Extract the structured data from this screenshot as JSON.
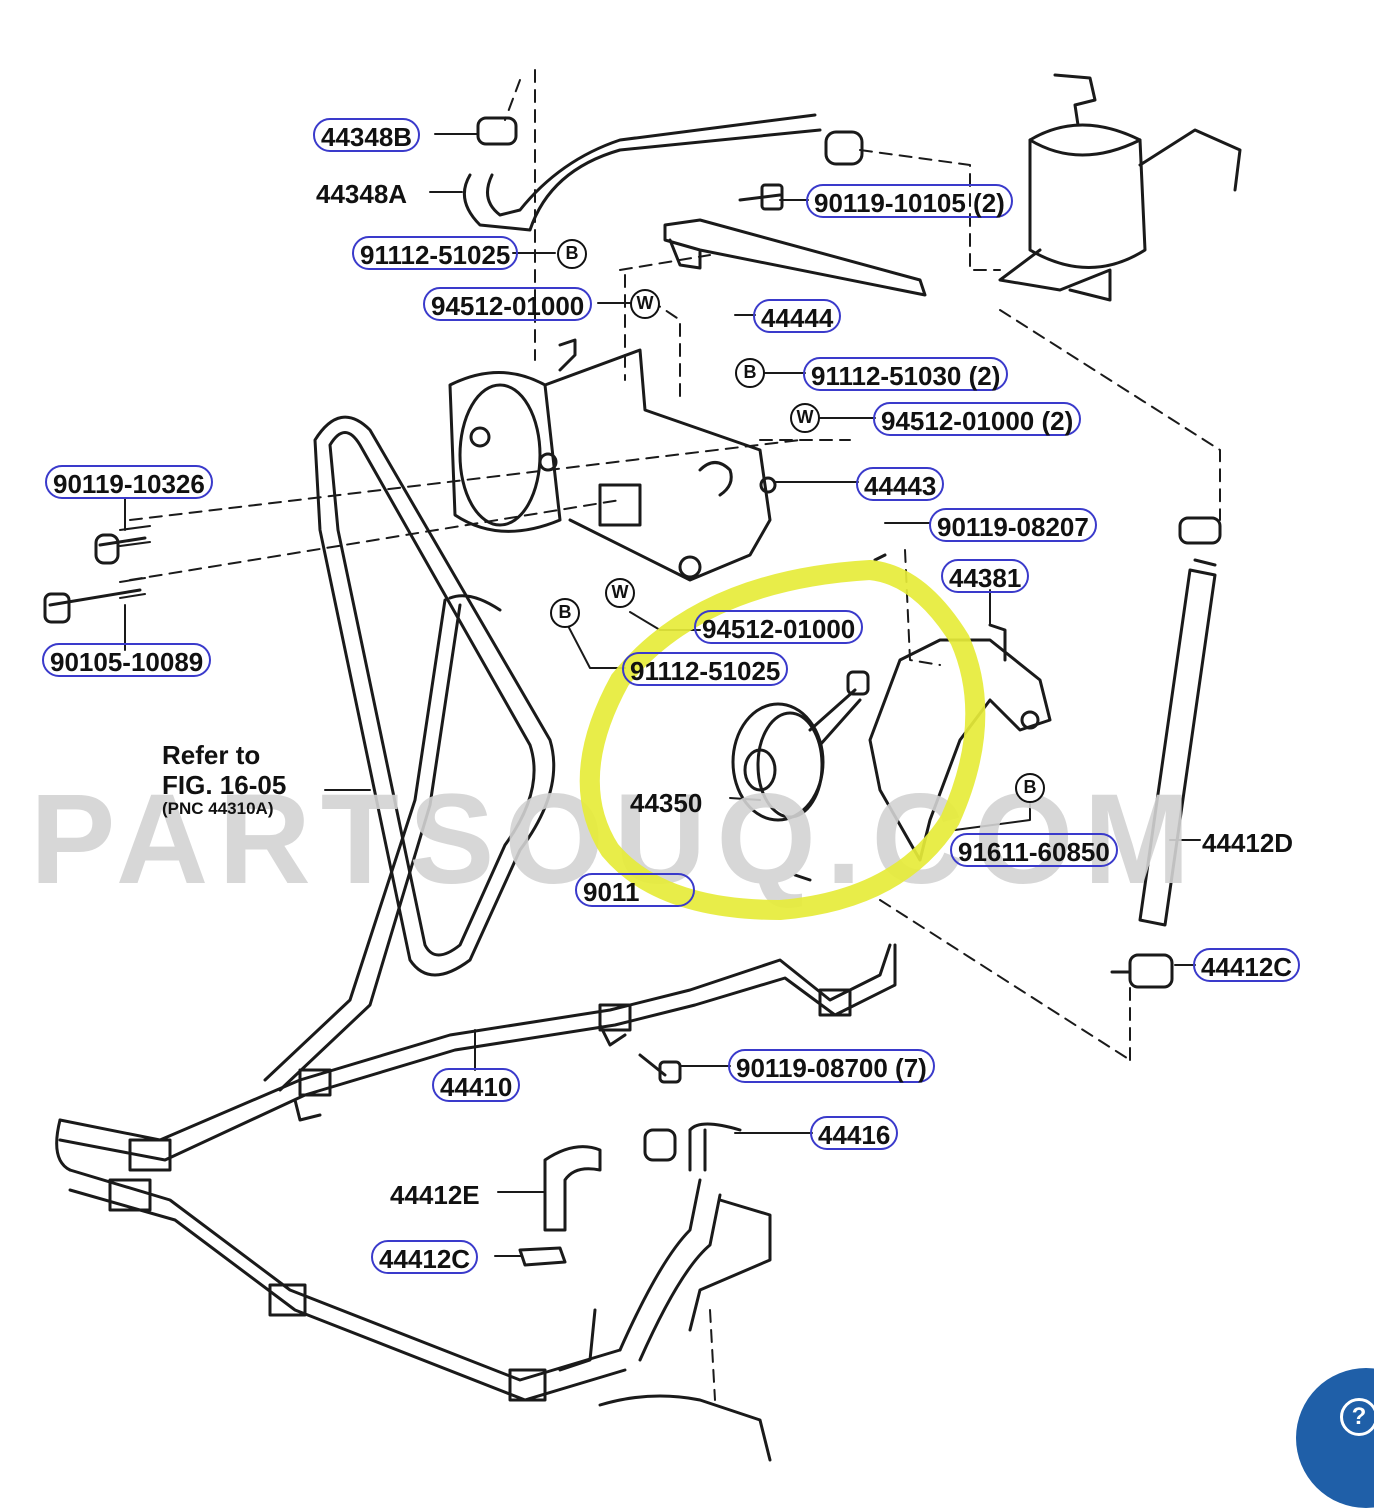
{
  "watermark": "PARTSOUQ.COM",
  "reference": {
    "line1": "Refer to",
    "line2": "FIG. 16-05",
    "line3": "(PNC 44310A)"
  },
  "symbols": {
    "bolt": "B",
    "washer": "W"
  },
  "labels": {
    "l44348b": "44348B",
    "l44348a": "44348A",
    "l90119_10105": "90119-10105 (2)",
    "l91112_51025": "91112-51025",
    "l94512_01000": "94512-01000",
    "l44444": "44444",
    "l91112_51030": "91112-51030 (2)",
    "l94512_01000_2": "94512-01000 (2)",
    "l90119_10326": "90119-10326",
    "l44443": "44443",
    "l90119_08207": "90119-08207",
    "l44381": "44381",
    "l94512_01000_low": "94512-01000",
    "l91112_51025_low": "91112-51025",
    "l90105_10089": "90105-10089",
    "l44350": "44350",
    "l91611_60850": "91611-60850",
    "l44412d": "44412D",
    "l9011x": "9011",
    "l44412c_r": "44412C",
    "l90119_08700": "90119-08700 (7)",
    "l44410": "44410",
    "l44416": "44416",
    "l44412e": "44412E",
    "l44412c_l": "44412C"
  },
  "colors": {
    "label_border": "#3a3acb",
    "highlight": "#e6ec3a",
    "help_button": "#1f5fa8"
  },
  "help_icon": "question-mark-icon"
}
